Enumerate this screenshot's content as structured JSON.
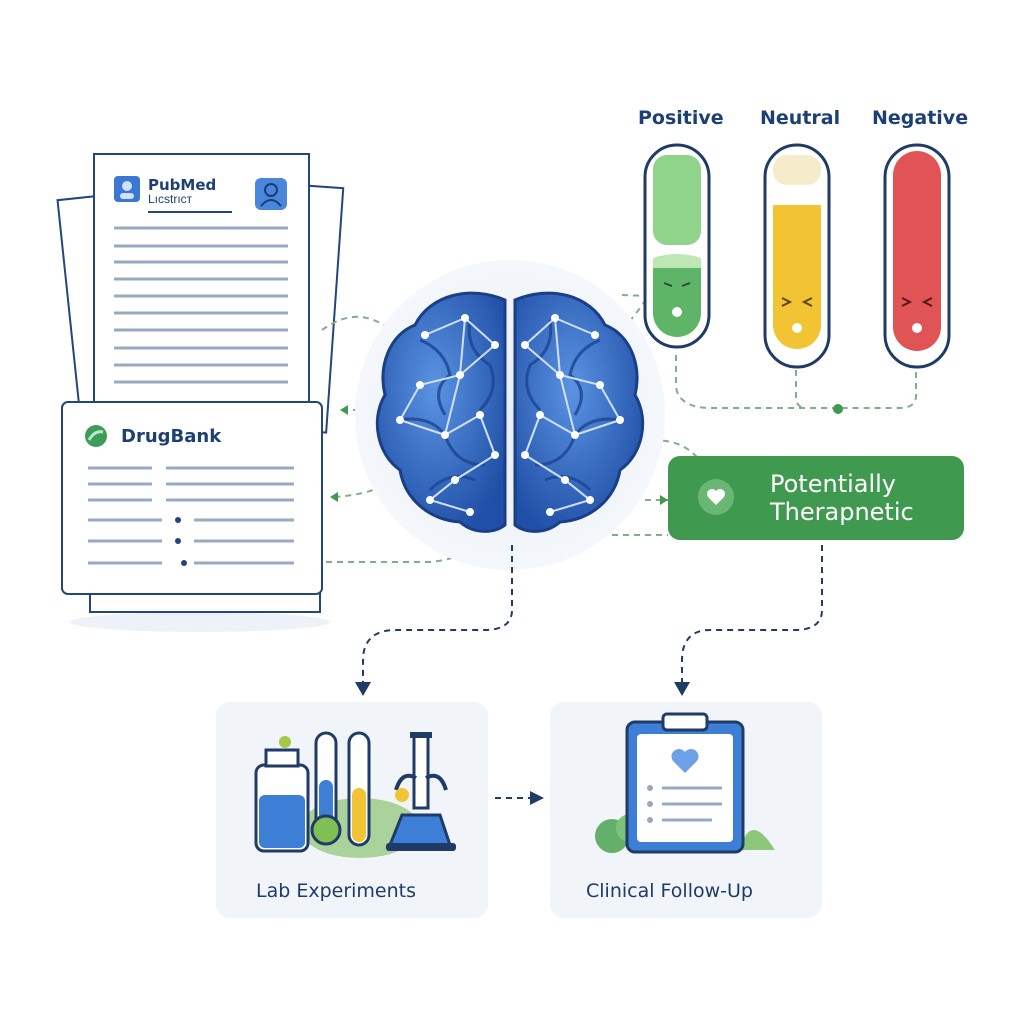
{
  "sources": {
    "pubmed": {
      "title": "PubMed",
      "subtitle": "Lıcstrıcт",
      "icon": "user-icon"
    },
    "drugbank": {
      "title": "DrugBank",
      "icon": "drugbank-logo-icon"
    }
  },
  "center": {
    "icon": "brain-neural-network-icon"
  },
  "sentiment": {
    "positive": {
      "label": "Positive",
      "color": "#8fd48a"
    },
    "neutral": {
      "label": "Neutral",
      "color": "#f2c433"
    },
    "negative": {
      "label": "Negative",
      "color": "#e05456"
    }
  },
  "result": {
    "line1": "Potentially",
    "line2": "Therapnetic",
    "color": "#3f9a4f",
    "icon": "heart-icon"
  },
  "outputs": {
    "lab": {
      "label": "Lab Experiments",
      "icon": "lab-equipment-icon"
    },
    "clinical": {
      "label": "Clinical Follow-Up",
      "icon": "clipboard-heart-icon"
    }
  },
  "colors": {
    "accent_blue": "#1f4f8f",
    "brain_blue": "#2e68c4",
    "connector_green": "#7fb08a"
  }
}
